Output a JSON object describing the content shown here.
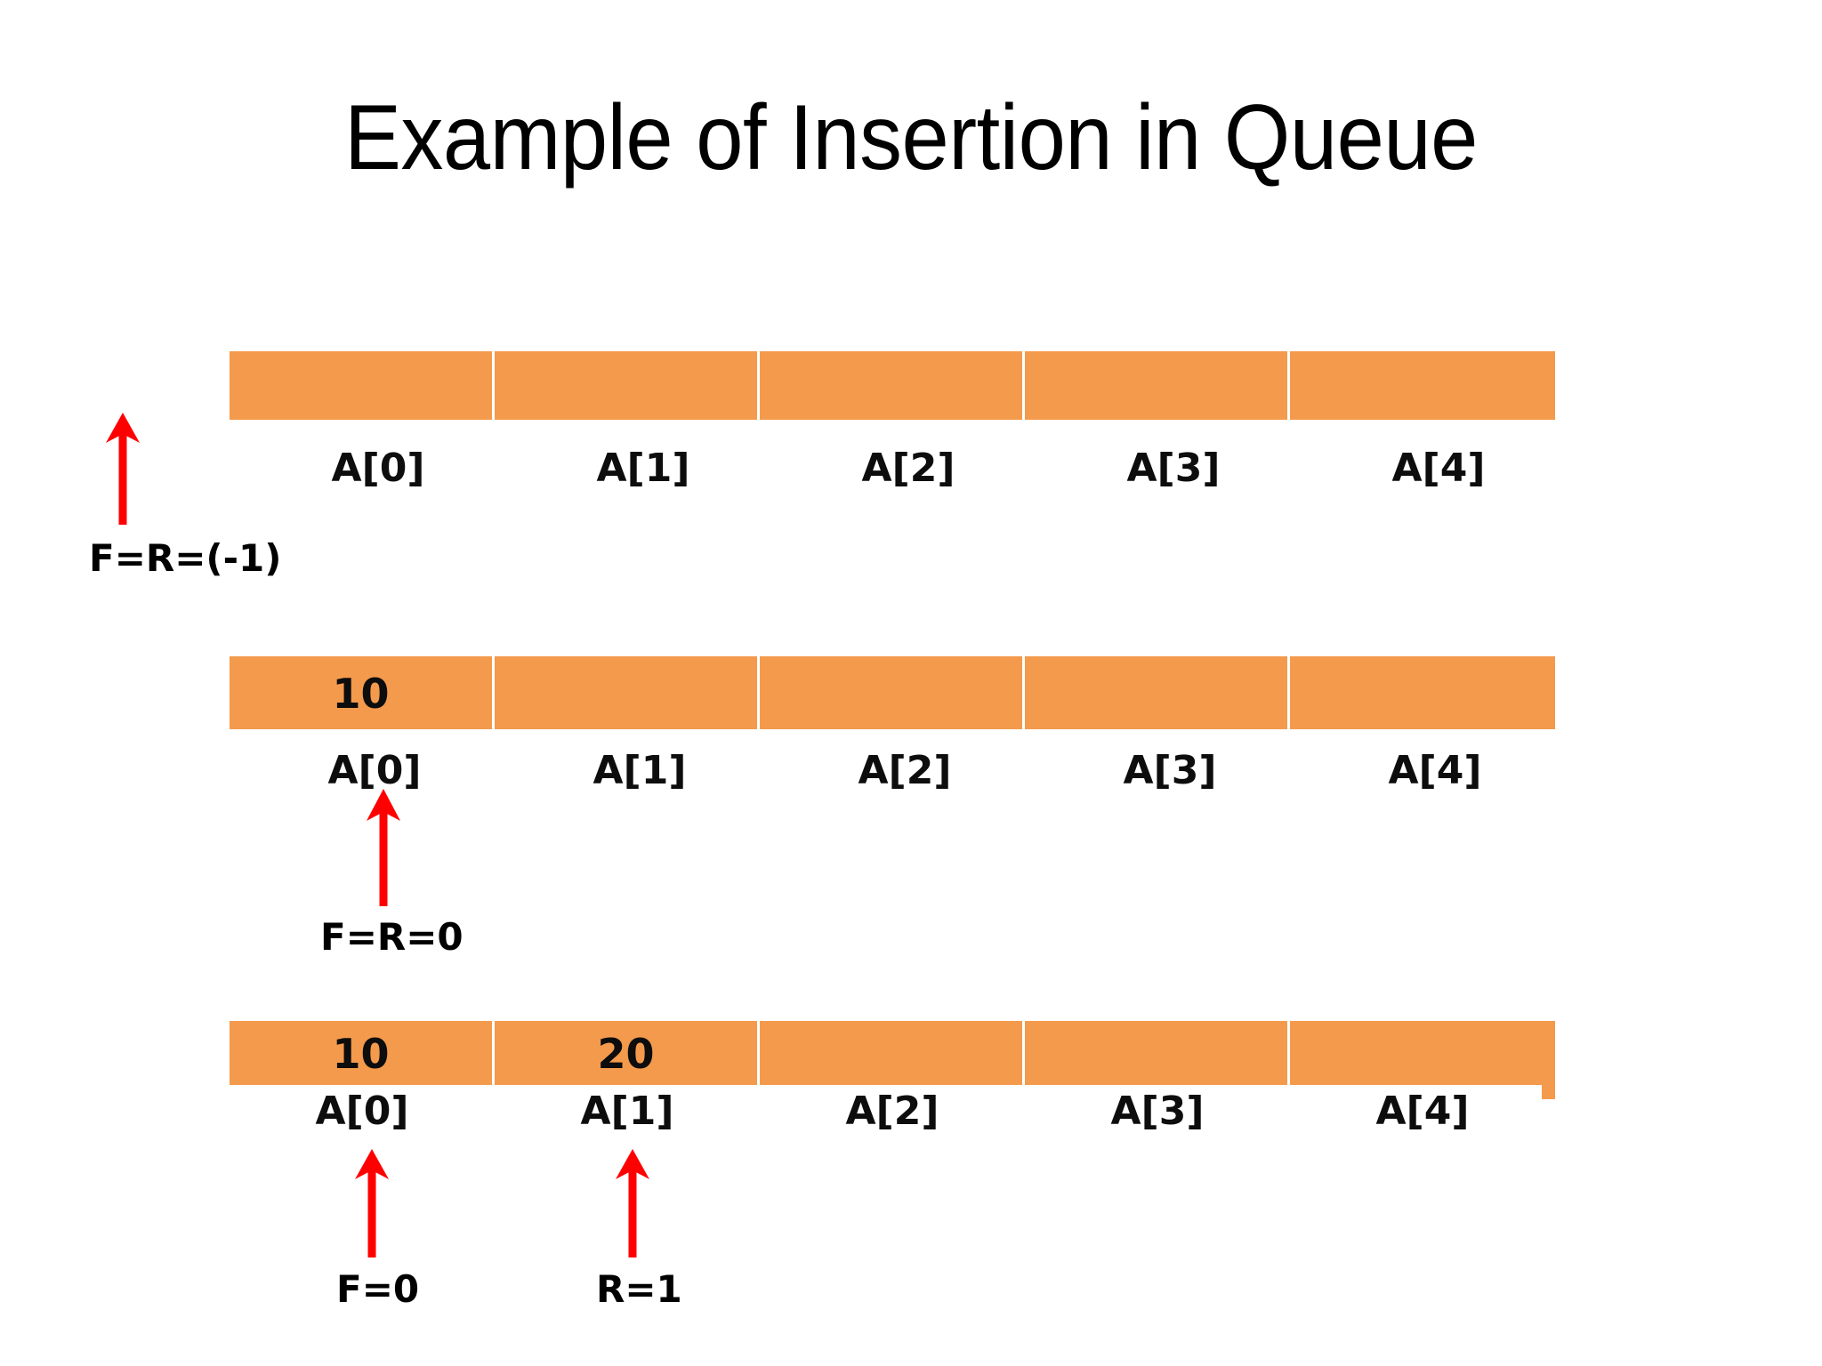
{
  "slide": {
    "title": "Example of Insertion in Queue",
    "background_color": "#FFFFFF",
    "cell_color": "#F49A4C",
    "arrow_color": "#FF0000",
    "text_color": "#000000"
  },
  "rows": [
    {
      "id": "row-initial",
      "values": [
        "",
        "",
        "",
        "",
        ""
      ],
      "index_labels": [
        "A[0]",
        "A[1]",
        "A[2]",
        "A[3]",
        "A[4]"
      ],
      "pointers": [
        {
          "name": "front-rear-pointer",
          "label": "F=R=(-1)",
          "target_index": -1
        }
      ]
    },
    {
      "id": "row-after-first-insert",
      "values": [
        "10",
        "",
        "",
        "",
        ""
      ],
      "index_labels": [
        "A[0]",
        "A[1]",
        "A[2]",
        "A[3]",
        "A[4]"
      ],
      "pointers": [
        {
          "name": "front-rear-pointer",
          "label": "F=R=0",
          "target_index": 0
        }
      ]
    },
    {
      "id": "row-after-second-insert",
      "values": [
        "10",
        "20",
        "",
        "",
        ""
      ],
      "index_labels": [
        "A[0]",
        "A[1]",
        "A[2]",
        "A[3]",
        "A[4]"
      ],
      "pointers": [
        {
          "name": "front-pointer",
          "label": "F=0",
          "target_index": 0
        },
        {
          "name": "rear-pointer",
          "label": "R=1",
          "target_index": 1
        }
      ]
    }
  ]
}
